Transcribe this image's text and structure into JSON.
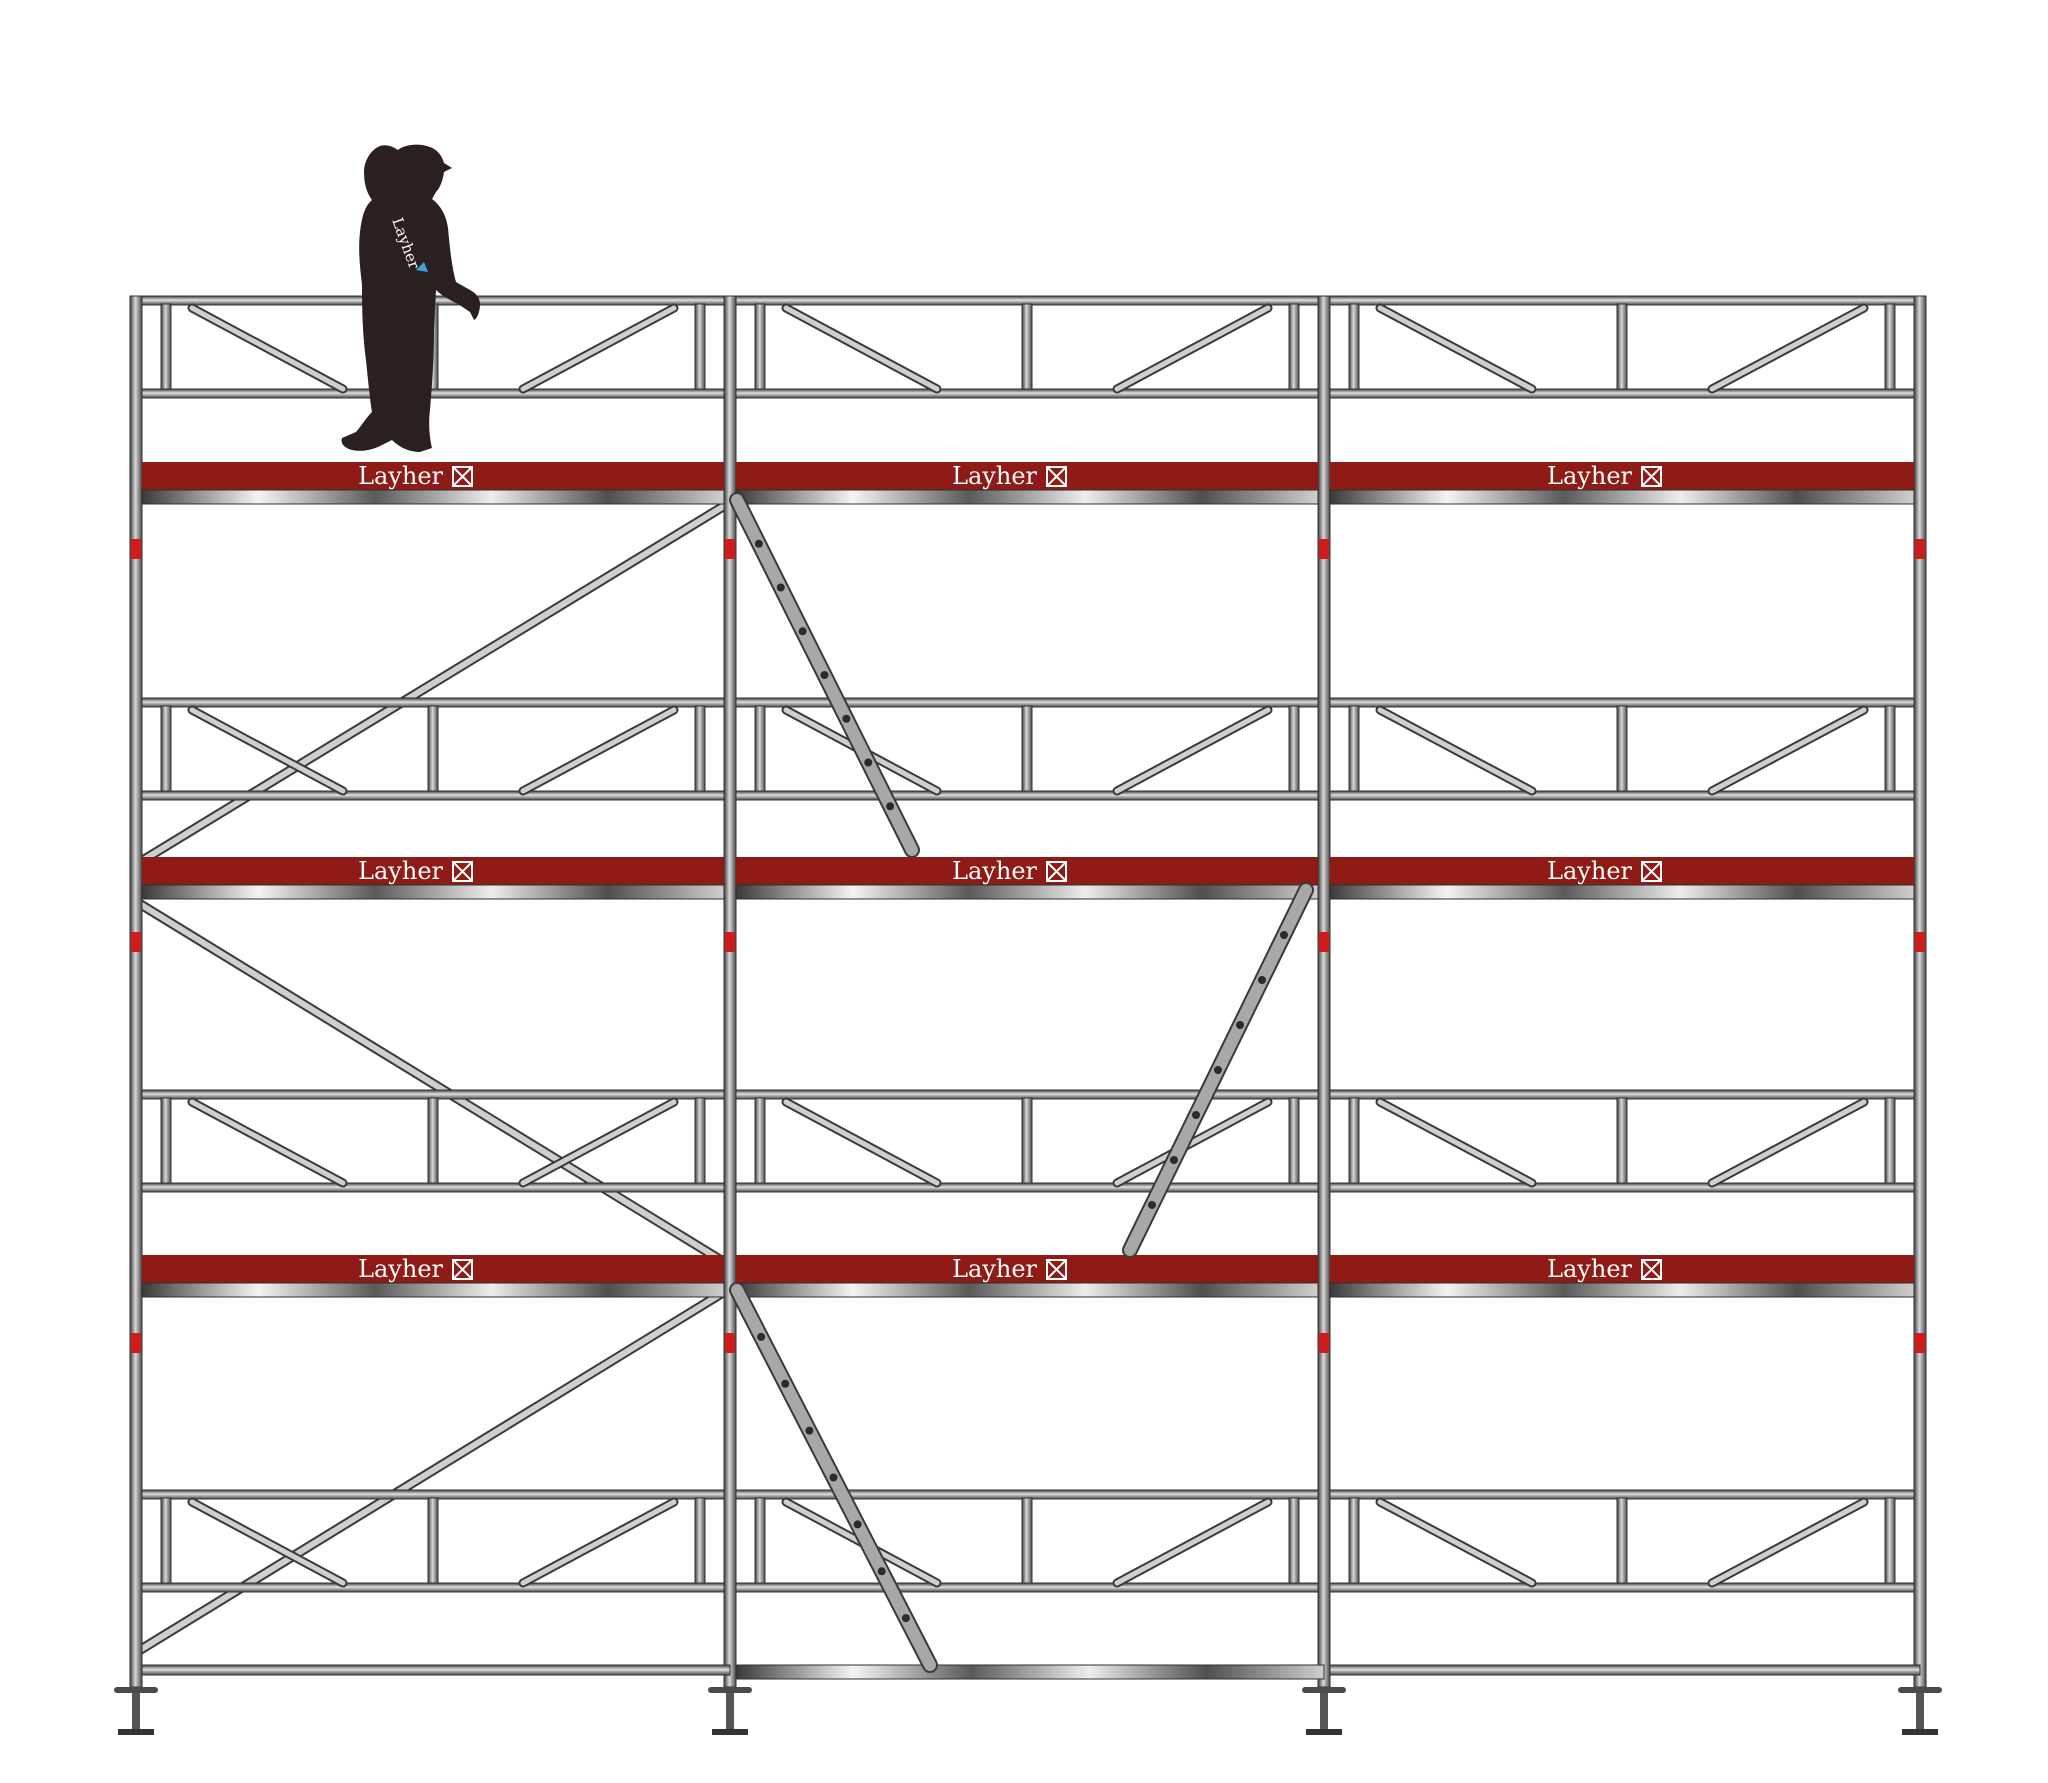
{
  "brand": {
    "name": "Layher",
    "vest_label": "Layher",
    "logo_icon": "layher-crossed-box-logo",
    "toeboard_color": "#8e1b16",
    "tube_color": "#6b6b6b",
    "coupler_color": "#d11a1a",
    "silhouette_color": "#2a2020",
    "vest_accent_color": "#3aa6d8"
  },
  "scaffold": {
    "bays": 3,
    "lifts": 4,
    "decked_levels": 3,
    "toeboard_labels": [
      [
        "Layher",
        "Layher",
        "Layher"
      ],
      [
        "Layher",
        "Layher",
        "Layher"
      ],
      [
        "Layher",
        "Layher",
        "Layher"
      ]
    ]
  },
  "figure": {
    "type": "worker-silhouette",
    "position": "top deck, left bay"
  }
}
